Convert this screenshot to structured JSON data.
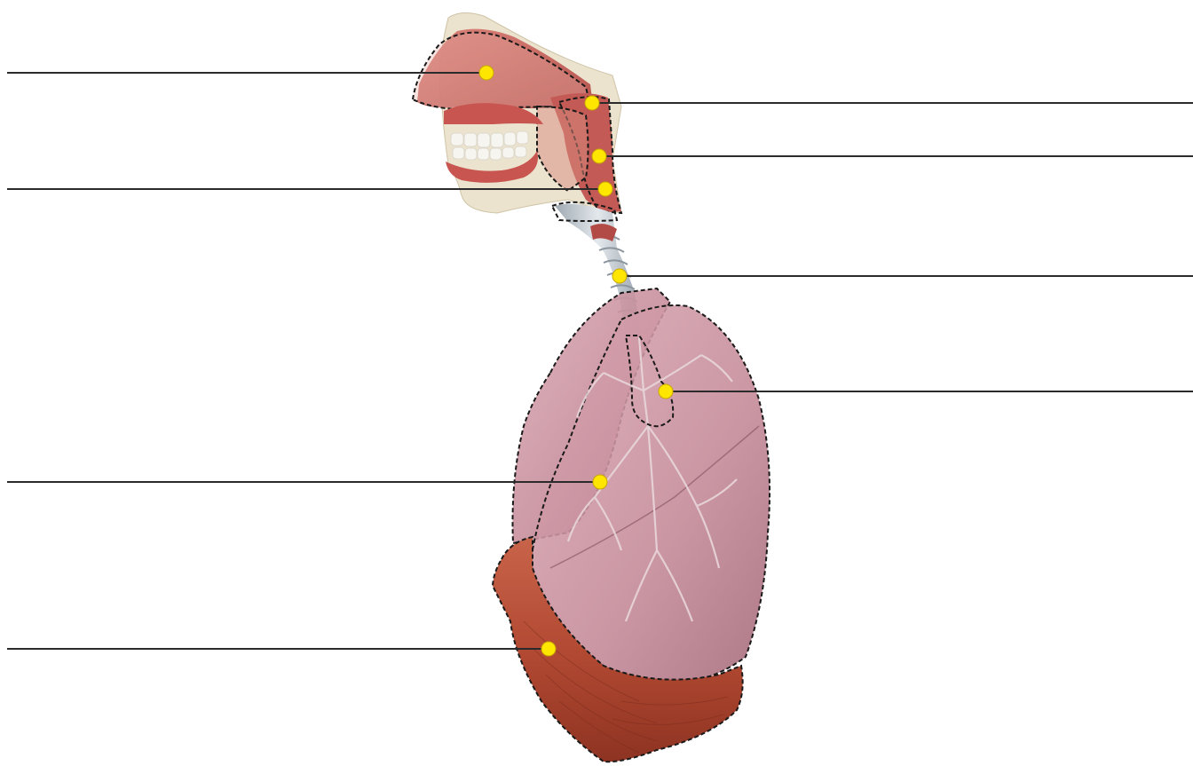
{
  "diagram": {
    "labels": [
      {
        "id": "nasal-cavity",
        "text": ""
      },
      {
        "id": "pharynx",
        "text": ""
      },
      {
        "id": "oral-cavity",
        "text": ""
      },
      {
        "id": "larynx",
        "text": ""
      },
      {
        "id": "trachea",
        "text": ""
      },
      {
        "id": "bronchi",
        "text": ""
      },
      {
        "id": "lungs",
        "text": ""
      },
      {
        "id": "diaphragm",
        "text": ""
      }
    ],
    "colors": {
      "marker": "#ffe600",
      "marker_stroke": "#c9a800",
      "leader": "#2b2b2b",
      "outline": "#1a1a1a",
      "lung": "#c9909e",
      "lung_dark": "#a8707f",
      "diaphragm": "#b5492f",
      "tissue": "#c9625c",
      "trachea": "#c7ced4",
      "bone": "#ece3cf",
      "teeth": "#f6f5ef"
    }
  }
}
